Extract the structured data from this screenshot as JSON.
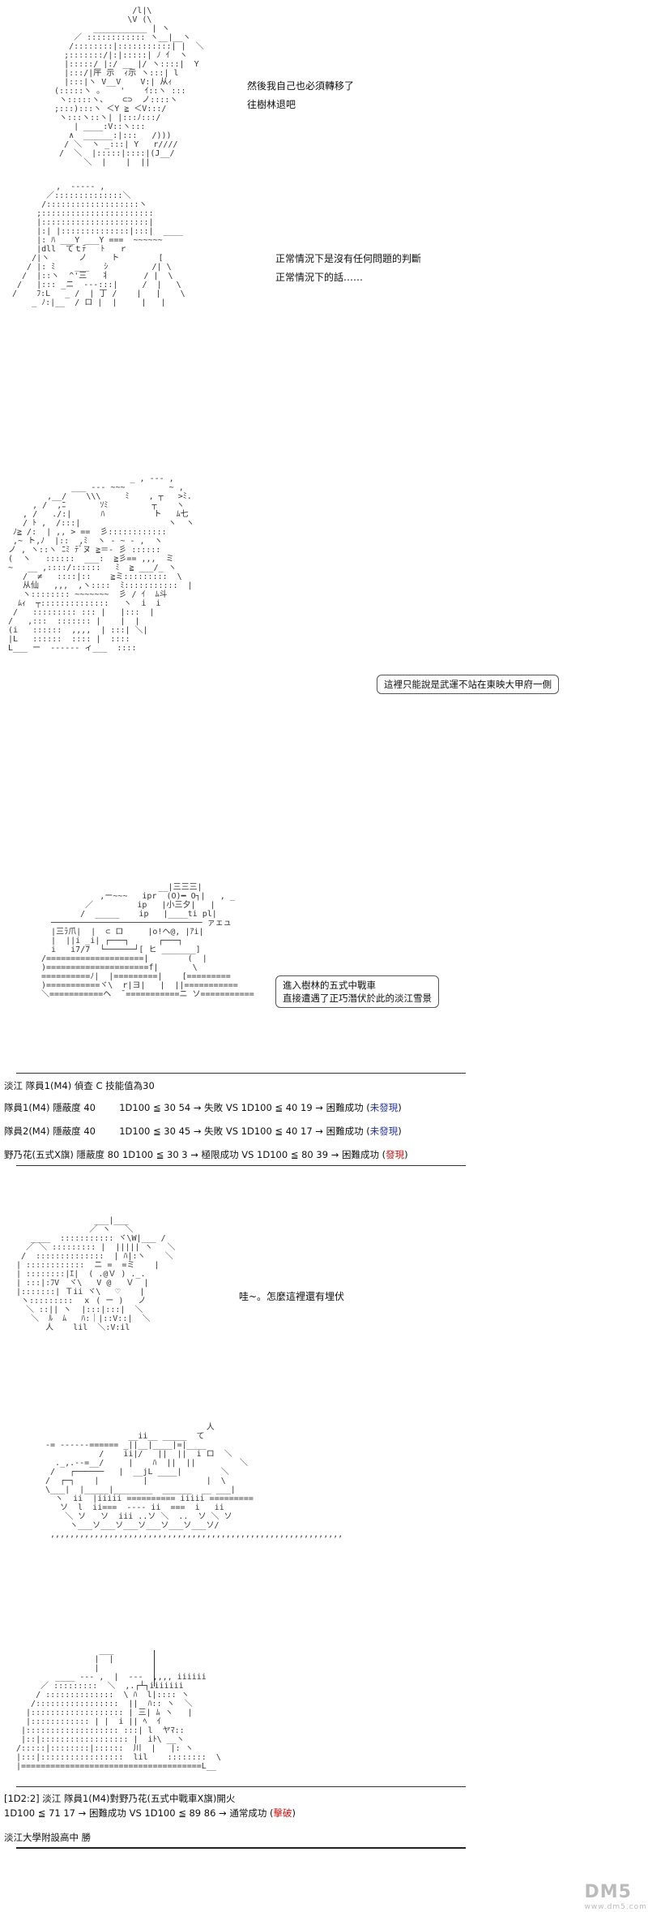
{
  "panel1": {
    "lines": [
      "然後我自己也必須轉移了",
      "往樹林退吧"
    ]
  },
  "panel2": {
    "lines": [
      "正常情況下是沒有任何問題的判斷",
      "正常情況下的話……"
    ]
  },
  "panel3": {
    "bubble": "這裡只能說是武運不站在東映大甲府一側"
  },
  "panel4": {
    "bubble_lines": [
      "進入樹林的五式中戰車",
      "直接遭遇了正巧潛伏於此的淡江雪景"
    ]
  },
  "roll1": {
    "header": "淡江 隊員1(M4) 偵查 C 技能值為30",
    "rows": [
      {
        "prefix": "隊員1(M4) 隱蔽度 40",
        "mid": "1D100 ≦ 30  54 → 失敗 VS 1D100 ≦ 40  19 → 困難成功 (",
        "status": "未發現",
        "suffix": ")"
      },
      {
        "prefix": "隊員2(M4) 隱蔽度 40",
        "mid": "1D100 ≦ 30  45 → 失敗 VS 1D100 ≦ 40  17 → 困難成功 (",
        "status": "未發現",
        "suffix": ")"
      },
      {
        "prefix": "野乃花(五式X旗) 隱蔽度 80",
        "mid": "1D100 ≦ 30  3 → 極限成功 VS 1D100 ≦ 80  39 → 困難成功 (",
        "status": "發現",
        "suffix": ")"
      }
    ]
  },
  "panel5": {
    "line": "哇~。怎麼這裡還有埋伏"
  },
  "roll2": {
    "line1": "[1D2:2] 淡江 隊員1(M4)對野乃花(五式中戰車X旗)開火",
    "line2_prefix": "1D100 ≦ 71  17 → 困難成功 VS 1D100 ≦ 89  86 → 通常成功 (",
    "line2_status": "擊破",
    "line2_suffix": ")",
    "result": "淡江大學附設高中 勝"
  },
  "watermark": {
    "text": "DM5",
    "sub": "www.dm5.com"
  },
  "colors": {
    "unseen": "#2233aa",
    "found": "#cc1111"
  },
  "art": {
    "a1": "                  /l|\\\n                 \\V (\\\n          ___________ | ヽ\n      ／ :::::::::::: ヽ__|__ヽ\n     /::::::::|:::::::::::| |  ＼\n    ;:::::::/|:|:::::| ﾉ ｲ  ヽ\n    |:::::/ |:/ __ |/ ヽ::::|  Y\n    |:::/|厈 示  ｨ示 ヽ:::| l\n    |:::|ヽ V__V    V:| 从ｨ\n  (:::::ヽ ｡    '    ｲ::ヽ :::\n   ヽ:::::ヽ、   ⊂⊃  ノ::::ヽ\n  ;:::):::ヽ ＜Y ≧ ＜V:::/ \n   ヽ:::ヽ::ヽ| |:::ﾉ:::/\n      | ____:V::ヽ:::\n     ∧  ______:|:::   /)))\n    / ＼  ヽ _:::| Y   r////\n   /  ＼  |:::::|::::|(J__/\n        ＼  |    |  ||",
    "a2": "         ,  ----- ,\n       ／::::::::::::::＼\n      /:::::::::::::::::::ヽ\n     ;:::::::::::::::::::::::\n     |::::::::::::::::::::::|\n     |:| |::::::::::::::|:::|  ____\n     |: ﾊ ___Y ___Y ===  ~~~~~~\n     |dll  てｔﾃ   ﾄ   ｒ\n    /|ヽ      ノ     ト        [\n   / |: ﾐ    ___   ｼ         /| \\\n  /  |::ヽ  ^'三   丬       / |  \\\n /   |::: _ニ  ---:::|     /  |   \\\n/    ﾌ:L   _ /  | 丁 /    |   |    \\\n    _ ﾉ:|__  / ロ |  |     |   |",
    "a3": "                         _ , --- ,\n             ___ --- ~~~         ~ ,\n        ,__/    \\\\\\     ﾐ    , ┬   >ﾐ.\n     , /  ,ﾆ       ｿﾐ         ┬    ヽ\n   , /   ./:|      ﾊ          ト   ﾑ七\n   / ﾄ ,  /:::|                  ヽ  ヽ\n ﾉ≧ /:  | ,, > ==  彡::::::::::::\n ,~ ト,ﾉ  |::  ,ﾐ  ヽ - ~ - ,  ヽ\nノ , ヽ::ヽ ﾆﾐ ﾃﾞヌ ≧＝- 彡 ::::::\n(  ヽ   ::::::  ___:  ≧彡== ,,,  ミ\n~   __ ,::::/::::::   ﾐ  ≧ ___/_ ヽ\n   /  ≠   ::::|::    ≧ミ:::::::::  \\\n   从仙   ,,,  ,ヽ::::  ﾐ:::::::::::  |\n   ヽ:::::::: ~~~~~~~  彡 / ｲ  ﾑ斗\n  ﾑｨ  ┬::::::::::::::   ヽ  i  i\n /   ::::::::: ::: |   |:::  |\n/   ,:::  ::::::: |    |  |  \n(i   ::::::  ,,,,  | :::| ＼|\n|L   ::::::  :::: |  ::::\nL___ ー  ------ ィ___  ::::",
    "a4": "                         __|三三三|\n             ,ー~~~   ipr  (O)━ O┐|   , _\n          ／         ip   |小三夕|   |\n         /  _____    ip   |____ti pl|\n   ─────────────────────────────── ァェュ\n   |三ﾗ爪|  |  ⊂ ロ     |o!ヘ@, |ｱi|\n   |  ||i _i| ┌───┐      ┌───┐\n   i   i7/7  └──────┘[ ヒ _______]\n /====================|        (  |\n )=====================f|       \\\n ==========ﾉ|  |=========|    [=========\n )===========ヾ\\  r|ヨ|   |  ||===========\n ＼===========ヘ  ̄ ===========ニ ソ===========",
    "a5": "                ___|___\n               ／ ヽ   ＼\n   ____  ::::::::::: ヾ\\W|___ /\n  ／ ＼ ::::::::: |  ||||| ヽ   ＼\n /  ::::::::::::::  | ﾊ|:ヽ    ＼\n| ::::::::::::  ニ =  =ミ    |\n| ::::::::|ｴ|  ( .@Ｖ ) ._.\n| :::|:ﾌV  ヾ\\   V @   Ｖ  |\n|:::::::| Ｔii ヾ\\   ♡    |\n ヽ:::::::::  ｘ ( ー )   ノ\n  ＼ ::|| ヽ  |:::|:::|  ＼\n   ＼  ﾙ  ﾑ   ﾊ:｜|::V::|  ＼\n      人    lil  ＼:V:il",
    "a6": "                                  人\n                  __ii__ _____  て\n -= ------====== _||__|____|=|____\n            /    ii|/   ||  ||  i ロ  ＼\n   ._,.--=__/     |    ﾊ  ||  ||         ＼\n  /   ┌──────   |  __jL ____|        ＼\n /  ┌─┐    |         |            |  \\\n \\___|  |_____|________  ______  __ ___|  \n   ヽ  ii  |iiiii ========== iiiii =========\n    ソ  l  ii===  ---- ii  ===  i   ii\n     ＼ ソ   ソ  iii ..ソ ＼  ..  ソ ＼ ソ\n      ヽ___ソ___ソ___ソ___ソ___ソ___ソ/\n  ,,,,,,,,,,,,,,,,,,,,,,,,,,,,,,,,,,,,,,,,,,,,,,,,,,,,,,,,,,,,",
    "a7": "                 ___\n                |  |\n                |  \n        ____ --- ,  |  ---  ,,,, iiiiii\n     ／ :::::::::  ＼  ,.┌┴┐iiiiiii\n    / ::::::::::::::  \\ ﾊ  l|:::: ヽ\n   /:::::::::::::::::  ||  ﾊ:: ヽ  ＼\n  |::::::::::::::::::: | 三| ﾑ ヽ   |\n  |:::::::::::: | |  i || ﾍ  ｲ\n |::::::::::::::::::: :::| l  ヤﾏ::\n |::|:::::::::::::::::: |  iﾄ\\ __ヽ \n/:::::|::::::::|::::::  川  |   |: ヽ\n|:::|:::::::::::::::::  lil    ::::::::  \\\n|=====================================L__"
  }
}
